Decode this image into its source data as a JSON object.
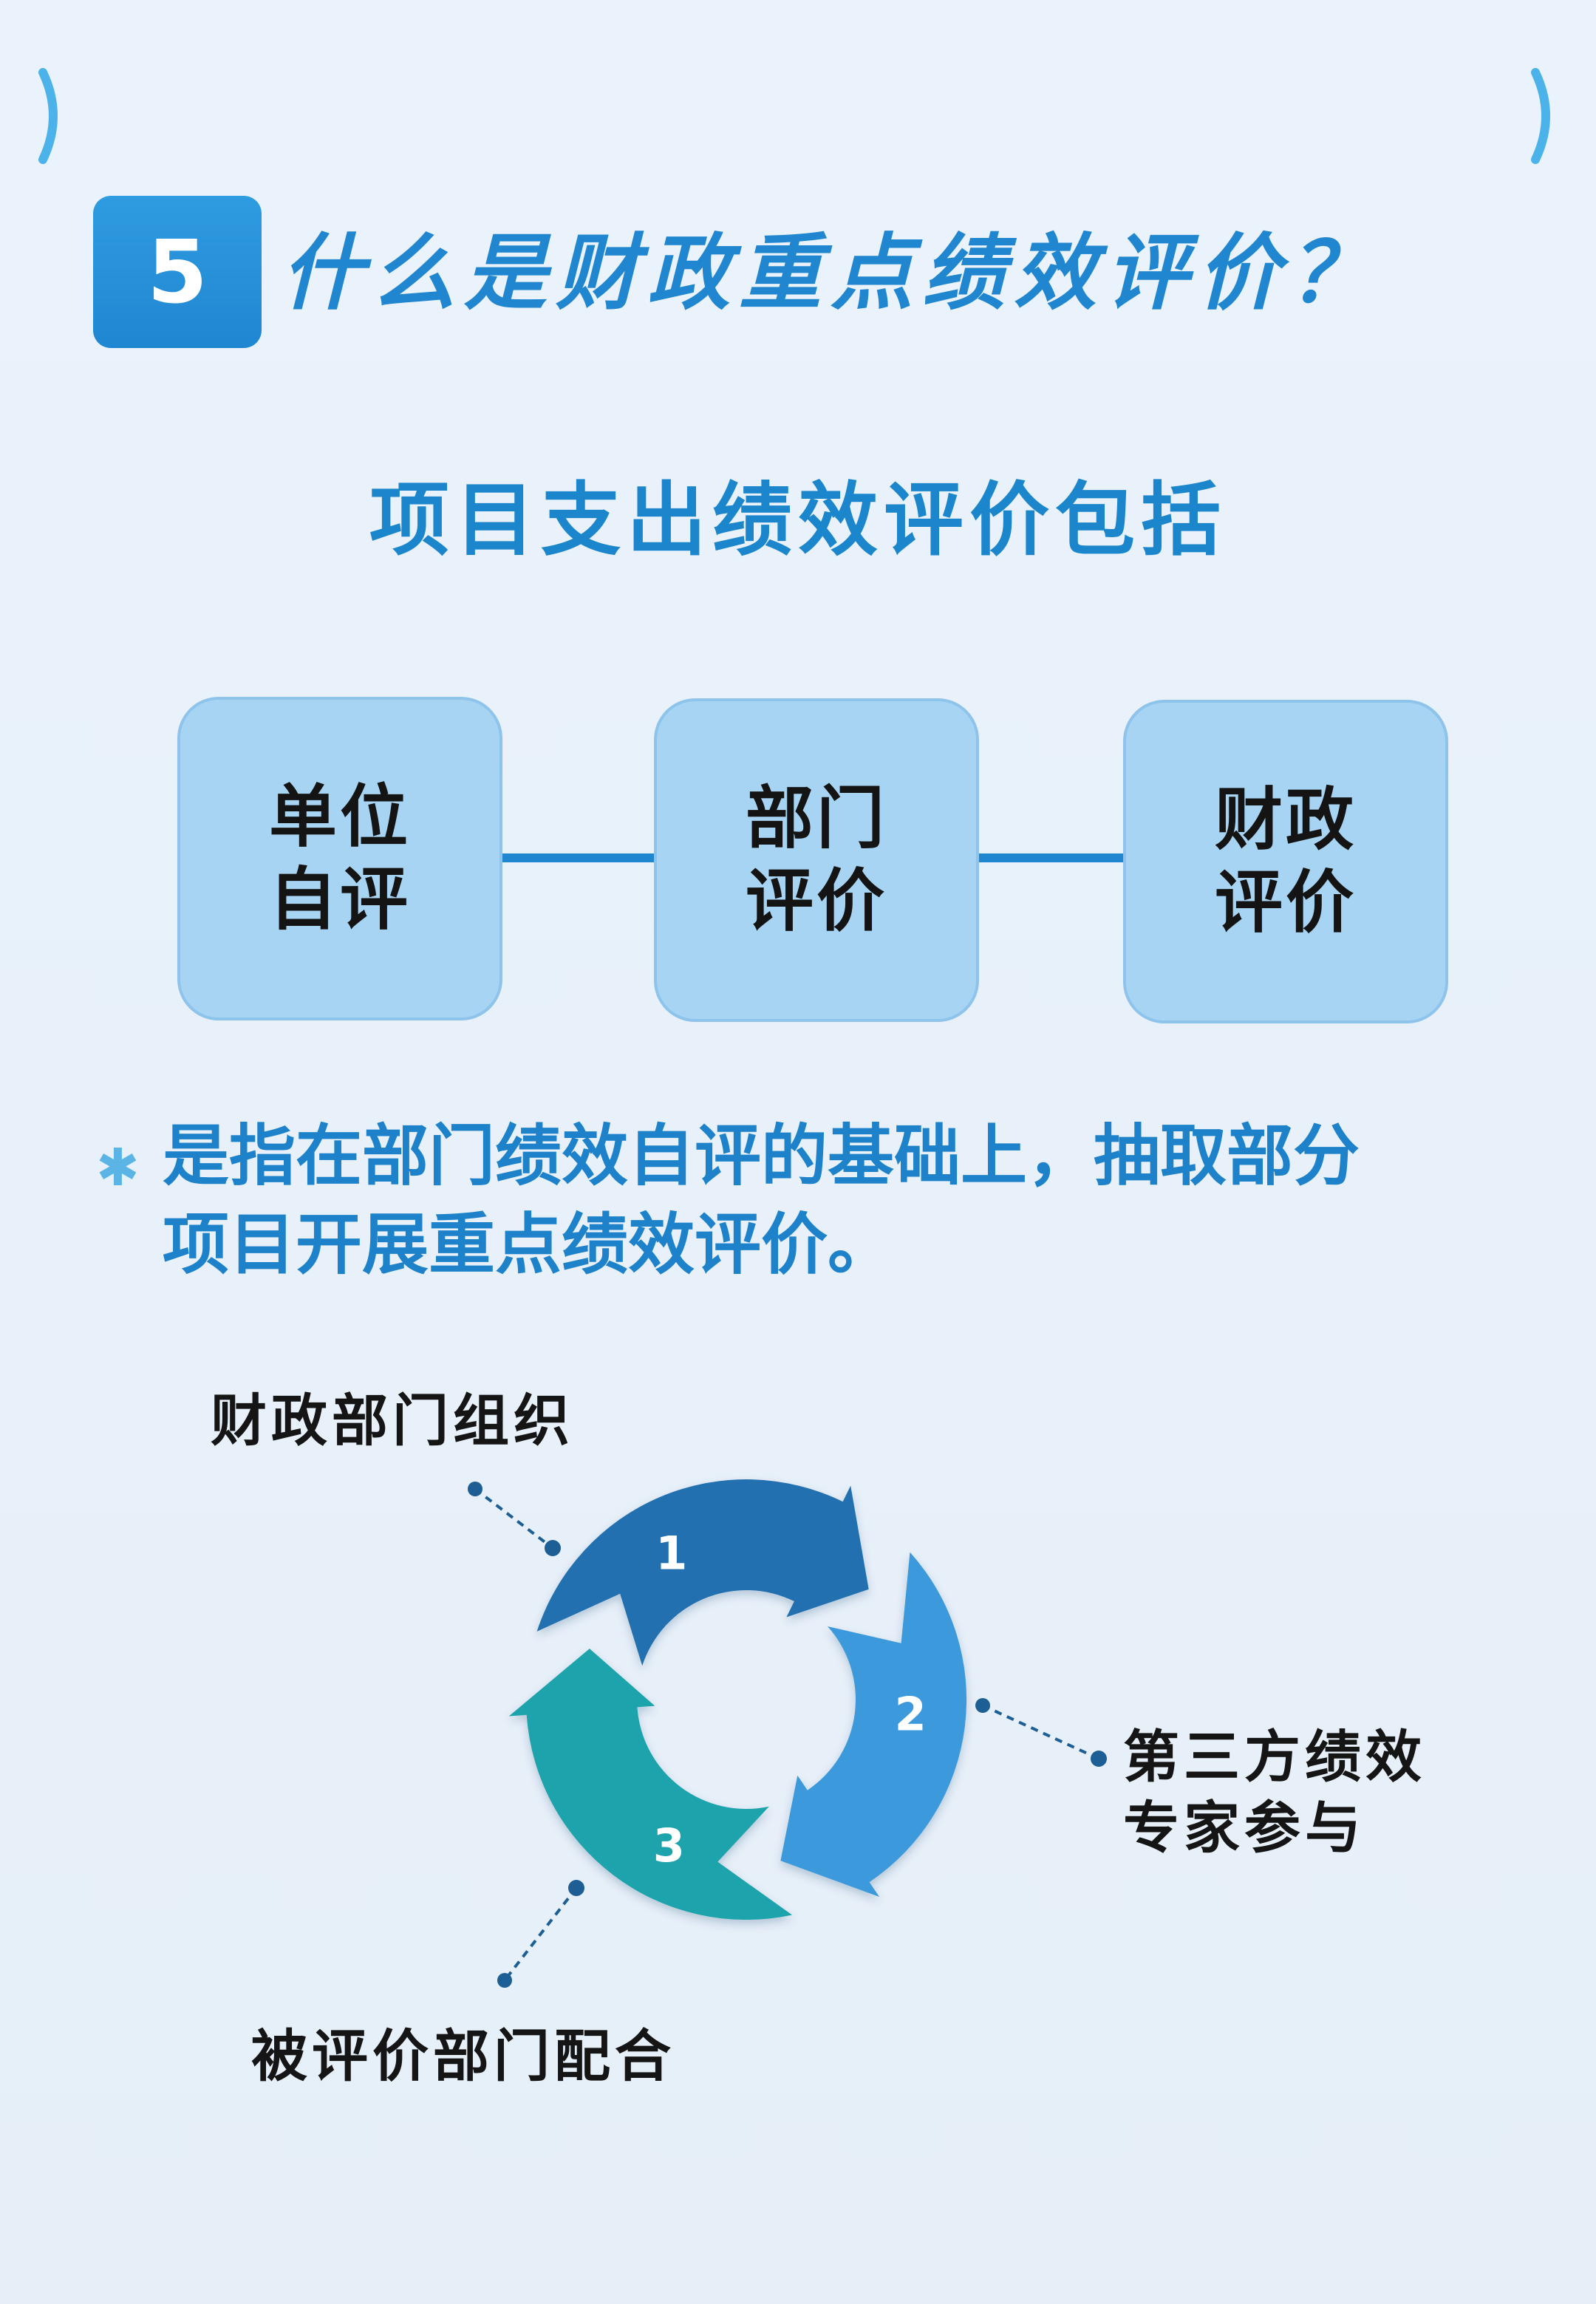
{
  "header": {
    "number": "5",
    "title": "什么是财政重点绩效评价？"
  },
  "subtitle": "项目支出绩效评价包括",
  "boxes": [
    {
      "line1": "单位",
      "line2": "自评"
    },
    {
      "line1": "部门",
      "line2": "评价"
    },
    {
      "line1": "财政",
      "line2": "评价"
    }
  ],
  "note": {
    "line1": "是指在部门绩效自评的基础上，抽取部分",
    "line2": "项目开展重点绩效评价。"
  },
  "cycle": {
    "segments": [
      {
        "number": "1",
        "label": "财政部门组织",
        "color": "#2070b0"
      },
      {
        "number": "2",
        "label_line1": "第三方绩效",
        "label_line2": "专家参与",
        "color": "#3a99dc"
      },
      {
        "number": "3",
        "label": "被评价部门配合",
        "color": "#1aa3ac"
      }
    ]
  },
  "colors": {
    "accent": "#1f86cf",
    "box_fill": "#a8d4f3",
    "text_dark": "#141414"
  }
}
